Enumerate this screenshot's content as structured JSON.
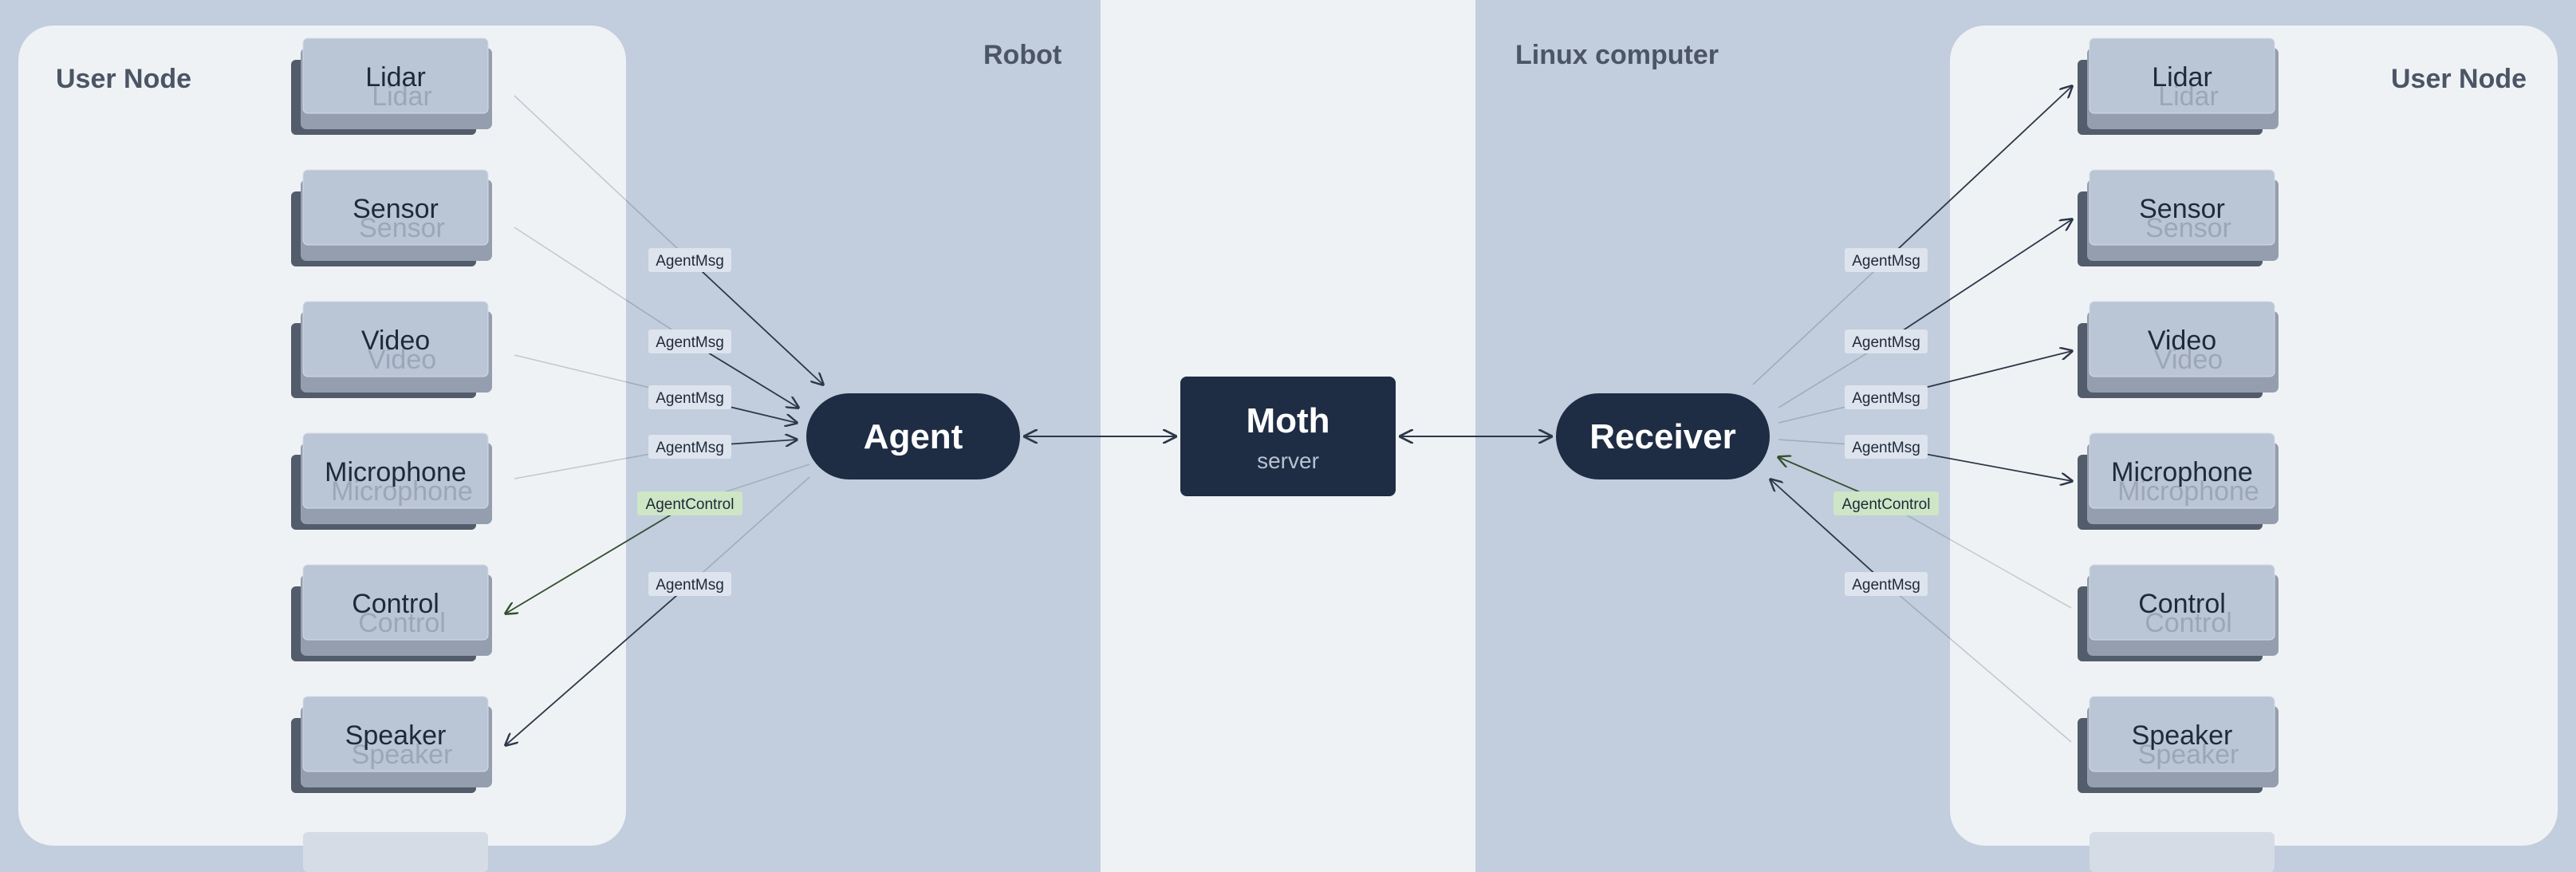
{
  "zones": {
    "robot": {
      "label": "Robot"
    },
    "center": {
      "label": ""
    },
    "linux": {
      "label": "Linux computer"
    }
  },
  "panels": {
    "left": {
      "label": "User Node"
    },
    "right": {
      "label": "User Node"
    }
  },
  "hubs": {
    "agent": {
      "label": "Agent"
    },
    "moth": {
      "label": "Moth",
      "sublabel": "server"
    },
    "receiver": {
      "label": "Receiver"
    }
  },
  "left_nodes": [
    {
      "label": "Lidar"
    },
    {
      "label": "Sensor"
    },
    {
      "label": "Video"
    },
    {
      "label": "Microphone"
    },
    {
      "label": "Control"
    },
    {
      "label": "Speaker"
    }
  ],
  "right_nodes": [
    {
      "label": "Lidar"
    },
    {
      "label": "Sensor"
    },
    {
      "label": "Video"
    },
    {
      "label": "Microphone"
    },
    {
      "label": "Control"
    },
    {
      "label": "Speaker"
    }
  ],
  "left_edges": [
    {
      "label": "AgentMsg",
      "direction": "to-agent"
    },
    {
      "label": "AgentMsg",
      "direction": "to-agent"
    },
    {
      "label": "AgentMsg",
      "direction": "to-agent"
    },
    {
      "label": "AgentMsg",
      "direction": "to-agent"
    },
    {
      "label": "AgentControl",
      "direction": "to-node"
    },
    {
      "label": "AgentMsg",
      "direction": "to-node"
    }
  ],
  "right_edges": [
    {
      "label": "AgentMsg",
      "direction": "to-node"
    },
    {
      "label": "AgentMsg",
      "direction": "to-node"
    },
    {
      "label": "AgentMsg",
      "direction": "to-node"
    },
    {
      "label": "AgentMsg",
      "direction": "to-node"
    },
    {
      "label": "AgentControl",
      "direction": "to-receiver"
    },
    {
      "label": "AgentMsg",
      "direction": "to-receiver"
    }
  ],
  "colors": {
    "side_bg": "#c2cddd",
    "center_bg": "#eff2f5",
    "panel_bg": "#eff2f5",
    "node_front": "#bac5d5",
    "node_mid": "#949eae",
    "node_back": "#535c6a",
    "hub": "#1e2c44",
    "edge": "#2d3748",
    "msg_badge": "#dde4ee",
    "control_badge": "#cfe6c6",
    "control_edge": "#33502e"
  }
}
